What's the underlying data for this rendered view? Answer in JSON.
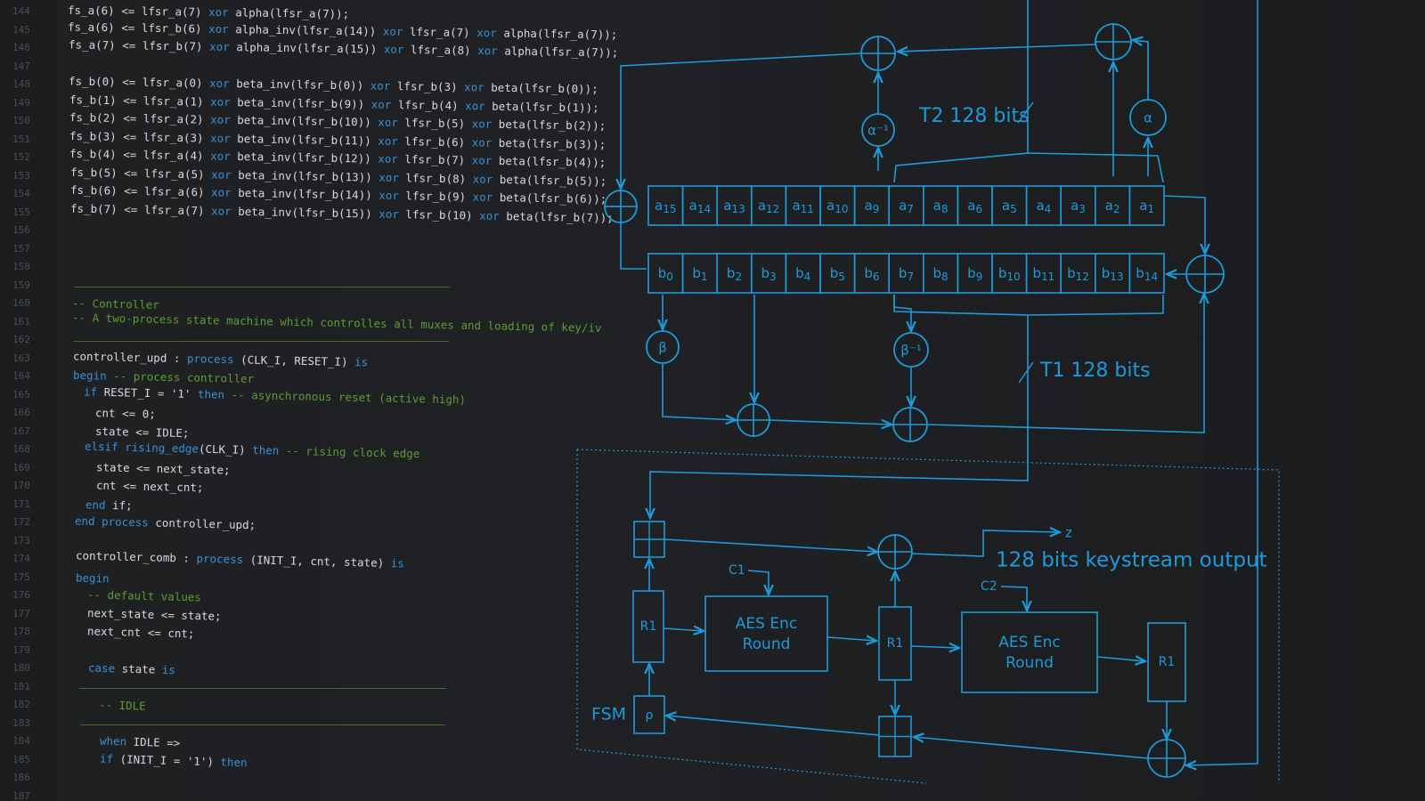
{
  "code": {
    "line_numbers": [
      "144",
      "145",
      "146",
      "147",
      "148",
      "149",
      "150",
      "151",
      "152",
      "153",
      "154",
      "155",
      "156",
      "157",
      "158",
      "159",
      "160",
      "161",
      "162",
      "163",
      "164",
      "165",
      "166",
      "167",
      "168",
      "169",
      "170",
      "171",
      "172",
      "173",
      "174",
      "175",
      "176",
      "177",
      "178",
      "179",
      "180",
      "181",
      "182",
      "183",
      "184",
      "185",
      "186",
      "187"
    ],
    "lines": [
      {
        "indent": 0,
        "text": "fs_a(6) <= lfsr_a(7) xor alpha(lfsr_a(7));",
        "kind": "code"
      },
      {
        "indent": 0,
        "text": "fs_a(6) <= lfsr_b(6) xor alpha_inv(lfsr_a(14)) xor lfsr_a(7) xor alpha(lfsr_a(7));",
        "kind": "code"
      },
      {
        "indent": 0,
        "text": "fs_a(7) <= lfsr_b(7) xor alpha_inv(lfsr_a(15)) xor lfsr_a(8) xor alpha(lfsr_a(7));",
        "kind": "code"
      },
      {
        "indent": 0,
        "text": "",
        "kind": "code"
      },
      {
        "indent": 0,
        "text": "fs_b(0) <= lfsr_a(0) xor beta_inv(lfsr_b(0)) xor lfsr_b(3) xor beta(lfsr_b(0));",
        "kind": "code"
      },
      {
        "indent": 0,
        "text": "fs_b(1) <= lfsr_a(1) xor beta_inv(lfsr_b(9)) xor lfsr_b(4) xor beta(lfsr_b(1));",
        "kind": "code"
      },
      {
        "indent": 0,
        "text": "fs_b(2) <= lfsr_a(2) xor beta_inv(lfsr_b(10)) xor lfsr_b(5) xor beta(lfsr_b(2));",
        "kind": "code"
      },
      {
        "indent": 0,
        "text": "fs_b(3) <= lfsr_a(3) xor beta_inv(lfsr_b(11)) xor lfsr_b(6) xor beta(lfsr_b(3));",
        "kind": "code"
      },
      {
        "indent": 0,
        "text": "fs_b(4) <= lfsr_a(4) xor beta_inv(lfsr_b(12)) xor lfsr_b(7) xor beta(lfsr_b(4));",
        "kind": "code"
      },
      {
        "indent": 0,
        "text": "fs_b(5) <= lfsr_a(5) xor beta_inv(lfsr_b(13)) xor lfsr_b(8) xor beta(lfsr_b(5));",
        "kind": "code"
      },
      {
        "indent": 0,
        "text": "fs_b(6) <= lfsr_a(6) xor beta_inv(lfsr_b(14)) xor lfsr_b(9) xor beta(lfsr_b(6));",
        "kind": "code"
      },
      {
        "indent": 0,
        "text": "fs_b(7) <= lfsr_a(7) xor beta_inv(lfsr_b(15)) xor lfsr_b(10) xor beta(lfsr_b(7));",
        "kind": "code"
      },
      {
        "indent": 0,
        "text": "",
        "kind": "code"
      },
      {
        "indent": 0,
        "text": "",
        "kind": "code"
      },
      {
        "indent": 0,
        "text": "",
        "kind": "code"
      },
      {
        "indent": 0,
        "text": "",
        "kind": "sep"
      },
      {
        "indent": 0,
        "text": "-- Controller",
        "kind": "comment"
      },
      {
        "indent": 0,
        "text": "-- A two-process state machine which controlles all muxes and loading of key/iv",
        "kind": "comment"
      },
      {
        "indent": 0,
        "text": "",
        "kind": "sep"
      },
      {
        "indent": 0,
        "text": "controller_upd : process (CLK_I, RESET_I) is",
        "kind": "code"
      },
      {
        "indent": 0,
        "text": "begin -- process controller",
        "kind": "code"
      },
      {
        "indent": 1,
        "text": "if RESET_I = '1' then -- asynchronous reset (active high)",
        "kind": "code"
      },
      {
        "indent": 2,
        "text": "cnt <= 0;",
        "kind": "code"
      },
      {
        "indent": 2,
        "text": "state <= IDLE;",
        "kind": "code"
      },
      {
        "indent": 1,
        "text": "elsif rising_edge(CLK_I) then -- rising clock edge",
        "kind": "code"
      },
      {
        "indent": 2,
        "text": "state <= next_state;",
        "kind": "code"
      },
      {
        "indent": 2,
        "text": "cnt <= next_cnt;",
        "kind": "code"
      },
      {
        "indent": 1,
        "text": "end if;",
        "kind": "code"
      },
      {
        "indent": 0,
        "text": "end process controller_upd;",
        "kind": "code"
      },
      {
        "indent": 0,
        "text": "",
        "kind": "code"
      },
      {
        "indent": 0,
        "text": "controller_comb : process (INIT_I, cnt, state) is",
        "kind": "code"
      },
      {
        "indent": 0,
        "text": "begin",
        "kind": "code"
      },
      {
        "indent": 1,
        "text": "-- default values",
        "kind": "comment"
      },
      {
        "indent": 1,
        "text": "next_state <= state;",
        "kind": "code"
      },
      {
        "indent": 1,
        "text": "next_cnt <= cnt;",
        "kind": "code"
      },
      {
        "indent": 0,
        "text": "",
        "kind": "code"
      },
      {
        "indent": 1,
        "text": "case state is",
        "kind": "code"
      },
      {
        "indent": 0,
        "text": "",
        "kind": "sep"
      },
      {
        "indent": 2,
        "text": "-- IDLE",
        "kind": "comment"
      },
      {
        "indent": 0,
        "text": "",
        "kind": "sep"
      },
      {
        "indent": 2,
        "text": "when IDLE =>",
        "kind": "code"
      },
      {
        "indent": 2,
        "text": "if (INIT_I = '1') then",
        "kind": "code"
      }
    ]
  },
  "diagram": {
    "accent": "#1f9ad8",
    "label_t2": "T2 128 bits",
    "label_t1": "T1 128 bits",
    "label_z": "z",
    "label_output": "128 bits keystream output",
    "label_c1": "C1",
    "label_c2": "C2",
    "label_fsm": "FSM",
    "label_alpha": "α",
    "label_alpha_inv": "α⁻¹",
    "label_beta": "β",
    "label_beta_inv": "β⁻¹",
    "label_rho": "ρ",
    "label_r1": "R1",
    "aes_line1": "AES Enc",
    "aes_line2": "Round",
    "lfsr_a": [
      "a15",
      "a14",
      "a13",
      "a12",
      "a11",
      "a10",
      "a9",
      "a7",
      "a8",
      "a6",
      "a5",
      "a4",
      "a3",
      "a2",
      "a1"
    ],
    "lfsr_b": [
      "b0",
      "b1",
      "b2",
      "b3",
      "b4",
      "b5",
      "b6",
      "b7",
      "b8",
      "b9",
      "b10",
      "b11",
      "b12",
      "b13",
      "b14"
    ]
  }
}
